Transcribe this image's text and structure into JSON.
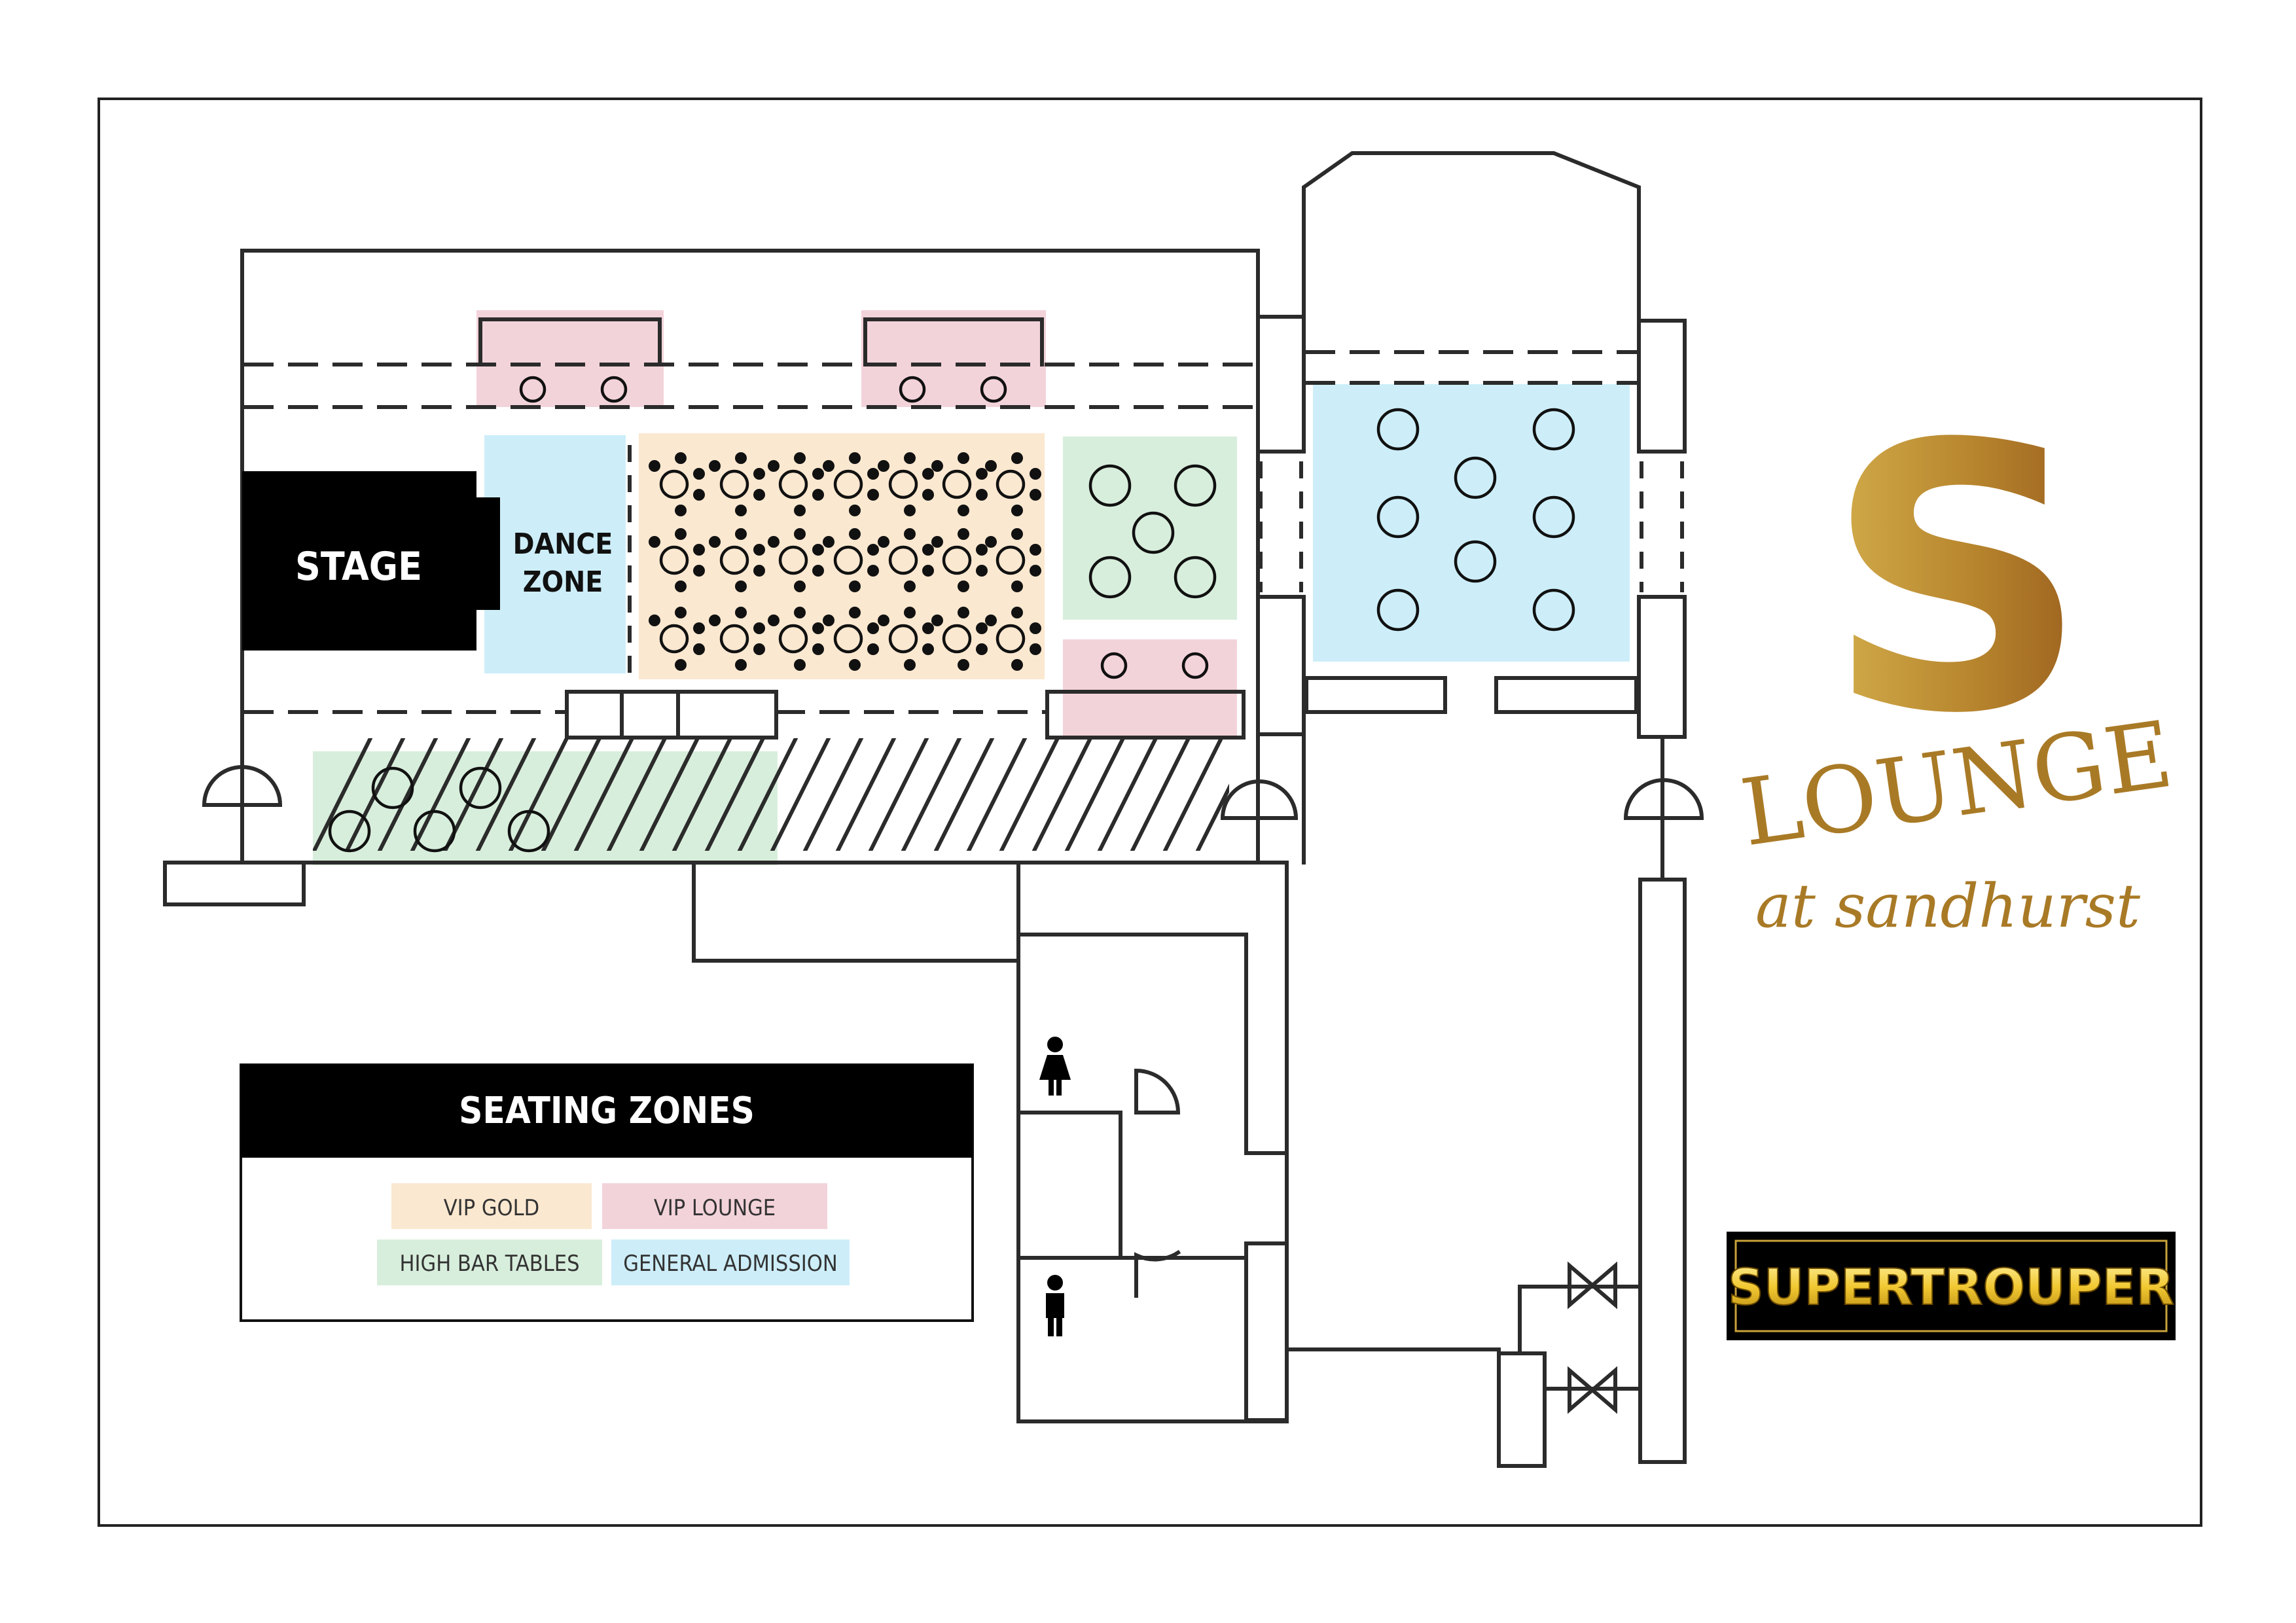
{
  "labels": {
    "stage": "STAGE",
    "dance_line1": "DANCE",
    "dance_line2": "ZONE"
  },
  "legend": {
    "title": "SEATING ZONES",
    "items": [
      {
        "label": "VIP GOLD",
        "color": "#fbe8d0"
      },
      {
        "label": "VIP LOUNGE",
        "color": "#f3d3da"
      },
      {
        "label": "HIGH BAR TABLES",
        "color": "#d8eedc"
      },
      {
        "label": "GENERAL ADMISSION",
        "color": "#cdeef9"
      }
    ]
  },
  "branding": {
    "logo_letter": "S",
    "logo_word": "LOUNGE",
    "logo_tagline": "at sandhurst",
    "sponsor": "SUPERTROUPER"
  },
  "colors": {
    "vip_gold": "#fbe8d0",
    "vip_lounge": "#f3d3da",
    "high_bar": "#d8eedc",
    "general_admission": "#cdeef9",
    "stage": "#000000",
    "logo_gold": "#b8862e"
  }
}
